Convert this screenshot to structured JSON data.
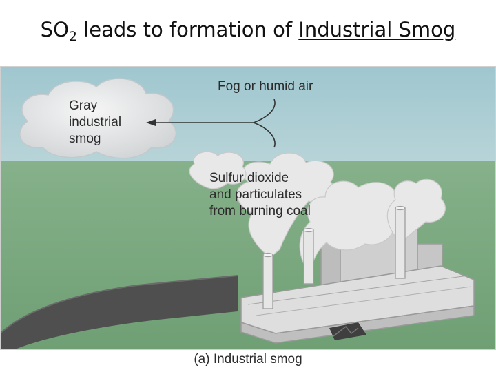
{
  "title": {
    "prefix": "SO",
    "subscript": "2",
    "middle": " leads to formation of ",
    "underlined": "Industrial Smog"
  },
  "figure": {
    "labels": {
      "fog": "Fog or humid air",
      "gray_smog": "Gray\nindustrial\nsmog",
      "sulfur": "Sulfur dioxide\nand particulates\nfrom burning coal"
    },
    "caption": "(a) Industrial smog",
    "colors": {
      "sky": "#a8cbd4",
      "ground": "#7fae84",
      "road": "#505050",
      "building": "#d4d4d4",
      "cloud": "#e9e9ea"
    }
  }
}
